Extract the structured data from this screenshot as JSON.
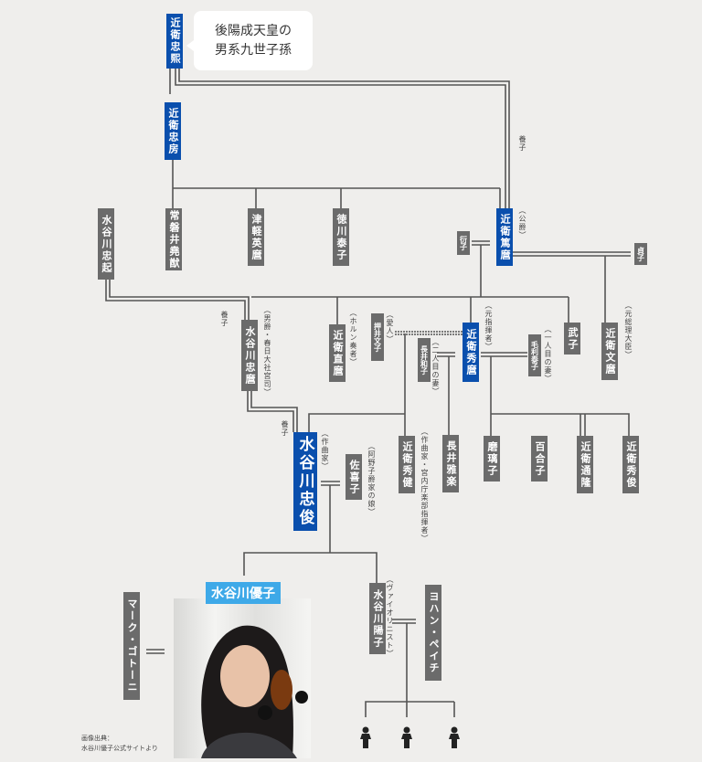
{
  "callout": {
    "line1": "後陽成天皇の",
    "line2": "男系九世子孫"
  },
  "people": {
    "tadahiro": "近衛忠熙",
    "tadafusa": "近衛忠房",
    "tadaoki": "水谷川忠起",
    "tokiwai": "常磐井堯猷",
    "tsugaru": "津軽英麿",
    "tokugawa": "徳川泰子",
    "atsumaro": "近衛篤麿",
    "sawako": "衍子",
    "motoko": "貞子",
    "tadamaro": "水谷川忠麿",
    "naomaro": "近衛直麿",
    "fumiko": "押井文子",
    "kazuko": "長井和子",
    "hidemaro": "近衛秀麿",
    "yasuko": "毛利泰子",
    "takeko": "武子",
    "fumimaro": "近衛文麿",
    "tadatoshi": "水谷川忠俊",
    "sakiko": "佐喜子",
    "hidetake": "近衛秀健",
    "uta": "長井雅楽",
    "mariko": "磨璃子",
    "yuriko": "百合子",
    "michitaka": "近衛通隆",
    "hidetoshi": "近衛秀俊",
    "yuko": "水谷川優子",
    "mark": "マーク・ゴトーニ",
    "yoko": "水谷川陽子",
    "johan": "ヨハン・ペイチ"
  },
  "notes": {
    "yoshi1": "養子",
    "koshaku": "（公爵）",
    "yoshi2": "養子",
    "tadamaro": "（男爵・春日大社宮司）",
    "naomaro": "（ホルン奏者）",
    "aijin": "（愛人）",
    "tsuma2": "（二人目の妻）",
    "hidemaro": "（元指揮者）",
    "tsuma1": "（一人目の妻）",
    "fumimaro": "（元総理大臣）",
    "yoshi3": "養子",
    "tadatoshi": "（作曲家）",
    "sakiko": "（阿野子爵家の娘）",
    "hidetake": "（作曲家・宮内庁楽部指揮者）",
    "yoko": "（ヴァイオリニスト）"
  },
  "credit": {
    "line1": "画像出典：",
    "line2": "水谷川優子公式サイトより"
  }
}
